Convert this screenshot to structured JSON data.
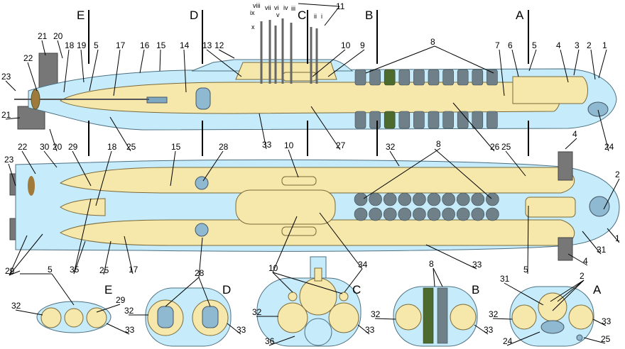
{
  "colors": {
    "hull": "#c6ecfb",
    "pressure_hull": "#f6e7ab",
    "missile_tube": "#6f8088",
    "highlight_tube": "#4d6a2f"
  },
  "section_letters_top": [
    "E",
    "D",
    "C",
    "B",
    "A"
  ],
  "section_letters_bottom": [
    "E",
    "D",
    "C",
    "B",
    "A"
  ],
  "mast_labels": [
    "viii",
    "vii",
    "vi",
    "iv",
    "iii",
    "ii",
    "i",
    "ix",
    "v",
    "x"
  ],
  "callouts": [
    "1",
    "2",
    "3",
    "4",
    "5",
    "6",
    "7",
    "8",
    "9",
    "10",
    "11",
    "12",
    "13",
    "14",
    "15",
    "16",
    "17",
    "18",
    "19",
    "5",
    "20",
    "21",
    "22",
    "23",
    "21",
    "20",
    "22",
    "30",
    "29",
    "18",
    "25",
    "15",
    "28",
    "33",
    "10",
    "27",
    "32",
    "8",
    "26",
    "25",
    "4",
    "24",
    "23",
    "2",
    "1",
    "31",
    "4",
    "33",
    "34",
    "17",
    "25",
    "35",
    "5",
    "29",
    "10",
    "8",
    "2",
    "5",
    "28",
    "31",
    "32",
    "29",
    "33",
    "32",
    "33",
    "32",
    "33",
    "36",
    "32",
    "33",
    "32",
    "33",
    "24",
    "25"
  ]
}
